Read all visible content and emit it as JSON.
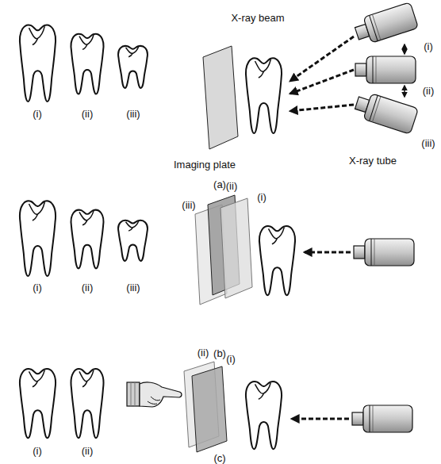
{
  "diagram": {
    "labels": [
      "(i)",
      "(ii)",
      "(iii)",
      "X-ray beam",
      "(i)",
      "(ii)",
      "(iii)",
      "Imaging plate",
      "X-ray tube",
      "(a)",
      "(iii)",
      "(ii)",
      "(i)",
      "(i)",
      "(ii)",
      "(iii)",
      "(b)",
      "(ii)",
      "(i)",
      "(i)",
      "(ii)",
      "(c)"
    ]
  }
}
